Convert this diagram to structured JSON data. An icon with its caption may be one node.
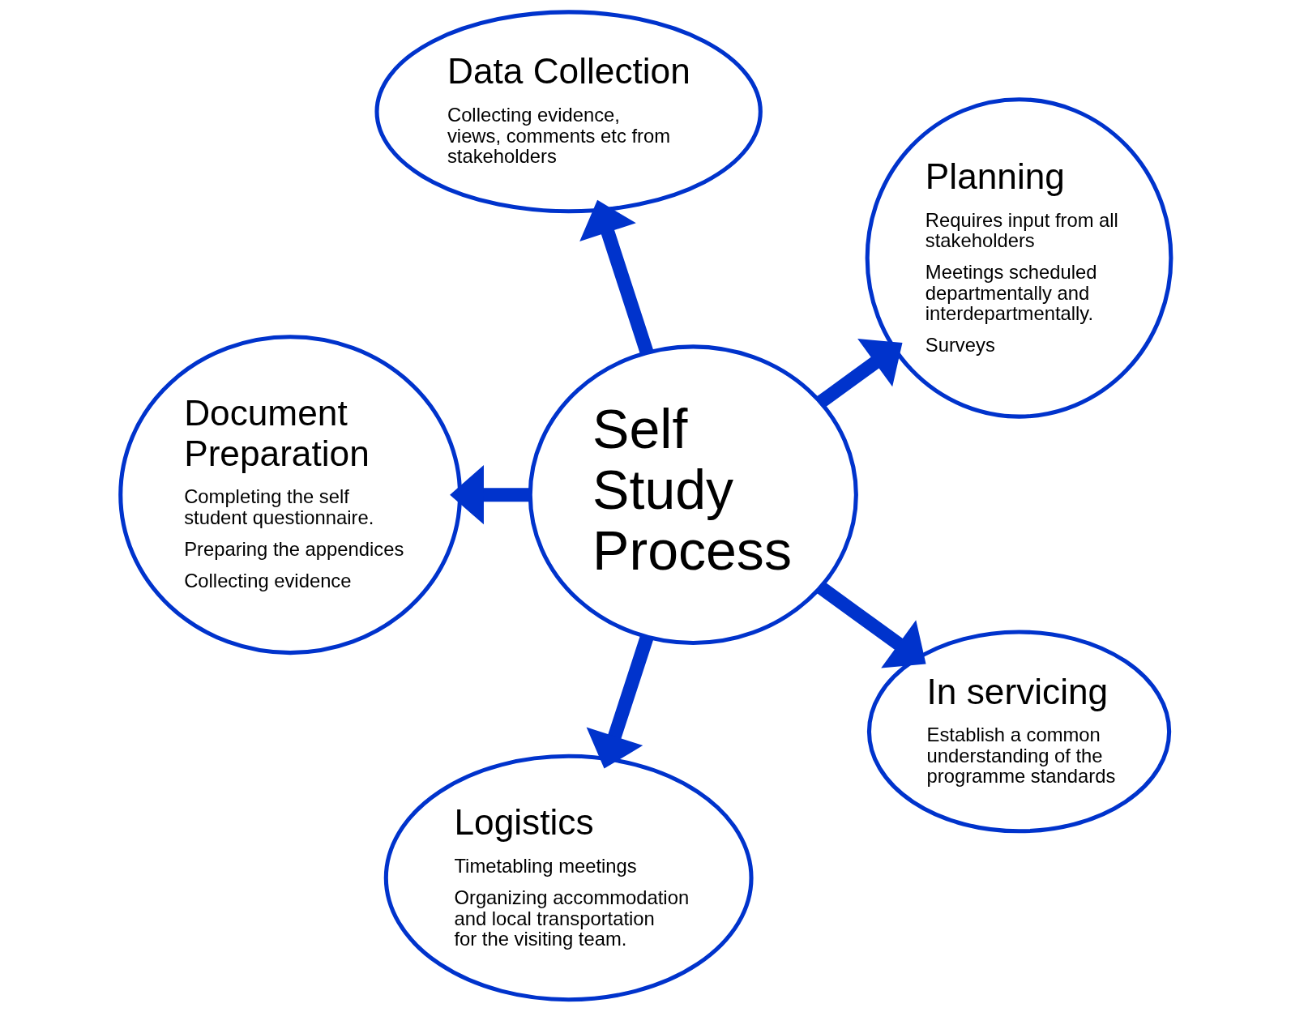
{
  "diagram": {
    "nodes": [
      {
        "text": [
          "Self Study Process"
        ]
      },
      {
        "text": [
          "Planning",
          "Requires input from all stakeholders",
          "Meetings scheduled departmentally and interdepartmentally.",
          "Surveys"
        ]
      },
      {
        "text": [
          "Data Collection",
          "Collecting evidence, views, comments etc from stakeholders"
        ]
      },
      {
        "text": [
          "Document Preparation",
          "Completing the self student questionnaire.",
          "Preparing the appendices",
          "Collecting evidence"
        ]
      },
      {
        "text": [
          "Logistics",
          "Timetabling meetings",
          "Organizing accommodation and local transportation for the visiting team."
        ]
      },
      {
        "text": [
          "In servicing",
          "Establish a common understanding of the programme standards"
        ]
      }
    ],
    "edges": [
      {
        "from": 0,
        "to": 1,
        "arrow": "to"
      },
      {
        "from": 0,
        "to": 2,
        "arrow": "to"
      },
      {
        "from": 0,
        "to": 3,
        "arrow": "to"
      },
      {
        "from": 0,
        "to": 4,
        "arrow": "to"
      },
      {
        "from": 0,
        "to": 5,
        "arrow": "to"
      }
    ]
  }
}
